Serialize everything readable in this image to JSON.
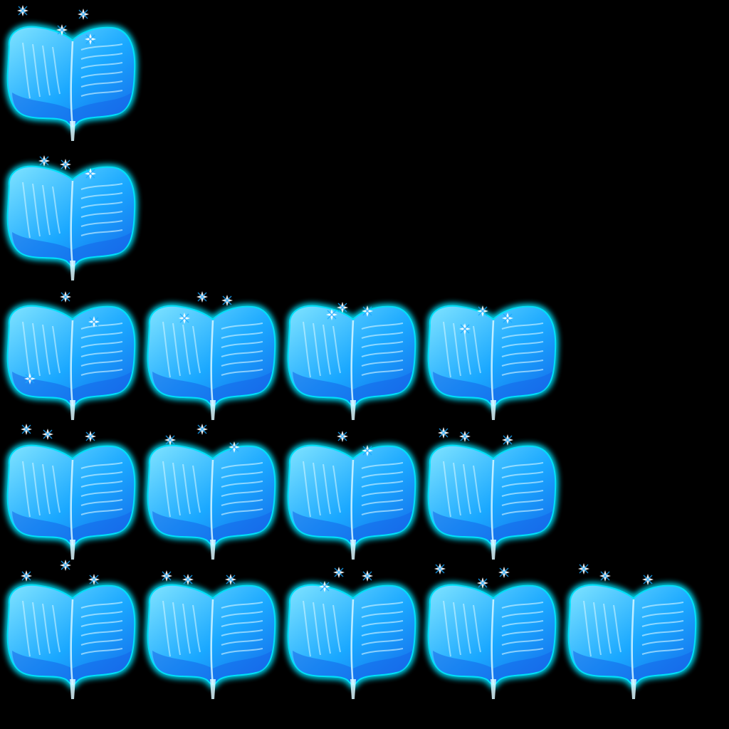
{
  "sheet": {
    "background": "#000000",
    "sprite_icon": "glowing-open-book-icon",
    "colors": {
      "glow_outer": "#00e5ff",
      "glow_mid": "#1aa8ff",
      "body_dark": "#1565e8",
      "body_light": "#7fe3ff",
      "page_line": "#d9f7ff",
      "sparkle": "#ffffff"
    },
    "rows": [
      {
        "frames": [
          {
            "variant": 0
          }
        ]
      },
      {
        "frames": [
          {
            "variant": 1
          }
        ]
      },
      {
        "frames": [
          {
            "variant": 2
          },
          {
            "variant": 3
          },
          {
            "variant": 4
          },
          {
            "variant": 5
          }
        ]
      },
      {
        "frames": [
          {
            "variant": 6
          },
          {
            "variant": 7
          },
          {
            "variant": 8
          },
          {
            "variant": 9
          }
        ]
      },
      {
        "frames": [
          {
            "variant": 10
          },
          {
            "variant": 11
          },
          {
            "variant": 12
          },
          {
            "variant": 13
          },
          {
            "variant": 14
          }
        ]
      }
    ]
  }
}
